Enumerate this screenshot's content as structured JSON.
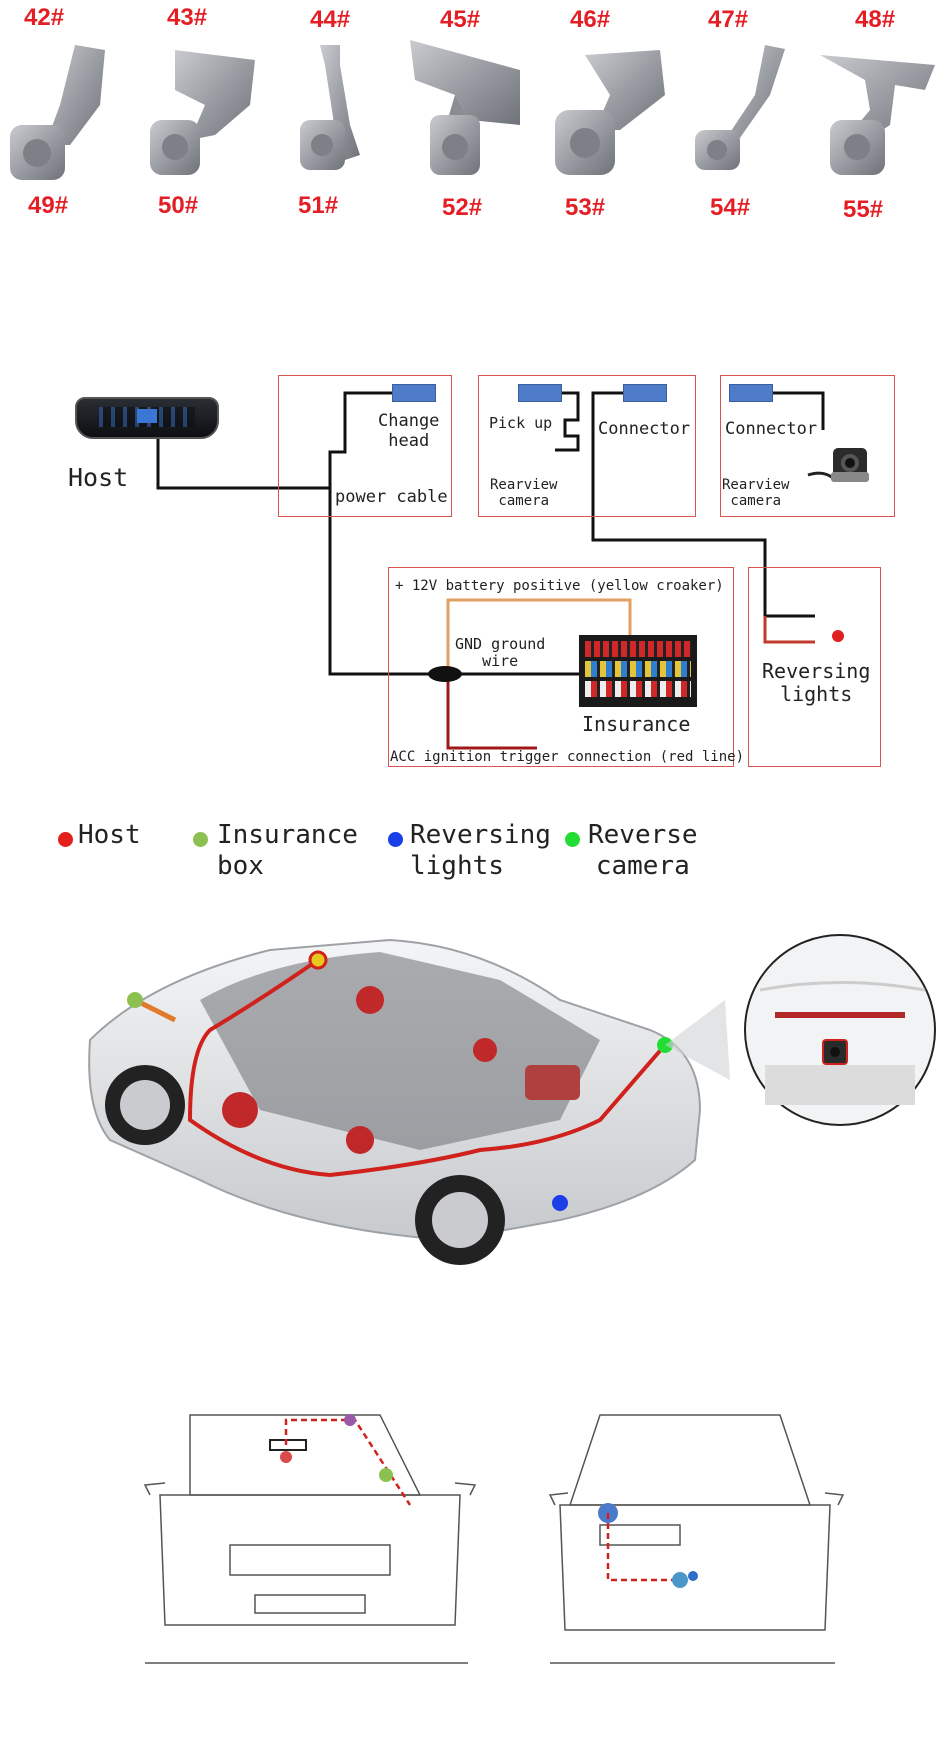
{
  "mount_numbers": {
    "top_row": [
      "42#",
      "43#",
      "44#",
      "45#",
      "46#",
      "47#",
      "48#"
    ],
    "bottom_row": [
      "49#",
      "50#",
      "51#",
      "52#",
      "53#",
      "54#",
      "55#"
    ]
  },
  "wiring": {
    "host": "Host",
    "power_box": {
      "head": "Change\nhead",
      "cable": "power cable"
    },
    "pickup_box": {
      "pickup": "Pick up",
      "connector": "Connector",
      "camera": "Rearview\ncamera"
    },
    "connector_box": {
      "connector": "Connector",
      "camera": "Rearview\ncamera"
    },
    "battery_box": {
      "battery": "+ 12V battery positive (yellow croaker)",
      "gnd": "GND ground\nwire",
      "insurance": "Insurance",
      "acc": "ACC ignition trigger connection (red line)"
    },
    "reversing_box": {
      "label": "Reversing\nlights"
    }
  },
  "legend": [
    {
      "label": "Host",
      "color": "#e3201b"
    },
    {
      "label": "Insurance\nbox",
      "color": "#8cc152"
    },
    {
      "label": "Reversing\nlights",
      "color": "#1a3ee8"
    },
    {
      "label": "Reverse\ncamera",
      "color": "#22dd33"
    }
  ],
  "colors": {
    "accent_red": "#e31e24",
    "box_border": "#d9534f",
    "tab_blue": "#4f7cc9",
    "wire_orange": "#e0a060",
    "wire_darkred": "#a01818"
  }
}
